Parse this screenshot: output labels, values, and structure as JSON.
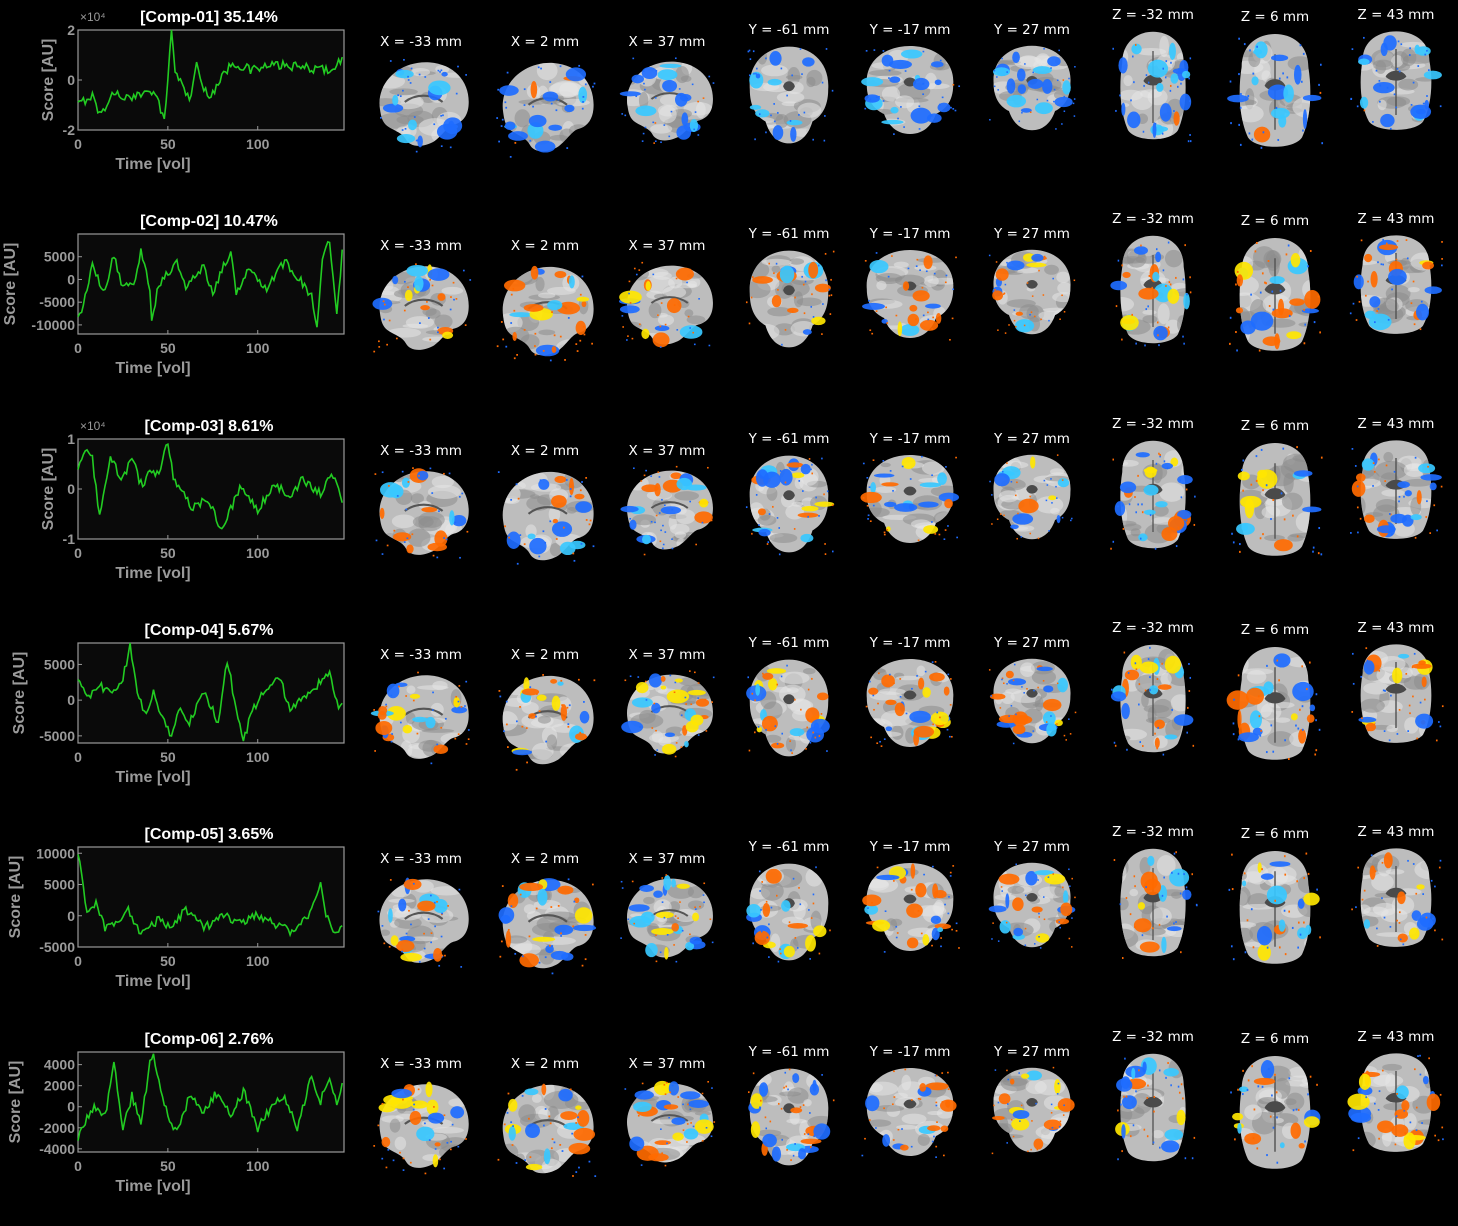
{
  "figure": {
    "colors": {
      "background": "#000000",
      "axes_bg": "#0a0a0a",
      "trace": "#22cc22",
      "axis": "#9a9a9a",
      "blue": "#1e6cff",
      "cyan": "#38c8ff",
      "orange": "#ff6a00",
      "yellow": "#ffe600"
    },
    "slice_labels": [
      "X = -33 mm",
      "X = 2 mm",
      "X = 37 mm",
      "Y = -61 mm",
      "Y = -17 mm",
      "Y = 27 mm",
      "Z = -32 mm",
      "Z = 6 mm",
      "Z = 43 mm"
    ],
    "slice_views": [
      "sagittal",
      "sagittal",
      "sagittal",
      "coronal",
      "coronal",
      "coronal",
      "axial",
      "axial",
      "axial"
    ]
  },
  "chart_data": [
    {
      "type": "line",
      "title": "[Comp-01] 35.14%",
      "xlabel": "Time [vol]",
      "ylabel": "Score [AU]",
      "xlim": [
        0,
        148
      ],
      "ylim": [
        -2,
        2
      ],
      "xticks": [
        "0",
        "50",
        "100"
      ],
      "yticks": [
        "-2",
        "0",
        "2"
      ],
      "multiplier": "×10⁴",
      "grid": false,
      "series": [
        {
          "x_count": 148,
          "anchors": [
            [
              0,
              -1.0
            ],
            [
              8,
              -0.6
            ],
            [
              12,
              -1.4
            ],
            [
              20,
              -0.5
            ],
            [
              30,
              -0.8
            ],
            [
              40,
              -0.3
            ],
            [
              45,
              -0.9
            ],
            [
              48,
              -1.7
            ],
            [
              50,
              0.2
            ],
            [
              52,
              2.0
            ],
            [
              54,
              0.4
            ],
            [
              58,
              -0.2
            ],
            [
              62,
              -0.8
            ],
            [
              66,
              0.6
            ],
            [
              70,
              -0.4
            ],
            [
              74,
              -0.6
            ],
            [
              80,
              0.1
            ],
            [
              86,
              0.7
            ],
            [
              96,
              0.4
            ],
            [
              110,
              0.6
            ],
            [
              125,
              0.5
            ],
            [
              140,
              0.4
            ],
            [
              147,
              0.8
            ]
          ]
        }
      ]
    },
    {
      "type": "line",
      "title": "[Comp-02] 10.47%",
      "xlabel": "Time [vol]",
      "ylabel": "Score [AU]",
      "xlim": [
        0,
        148
      ],
      "ylim": [
        -12000,
        10000
      ],
      "xticks": [
        "0",
        "50",
        "100"
      ],
      "yticks": [
        "-10000",
        "-5000",
        "0",
        "5000"
      ],
      "multiplier": "",
      "grid": false,
      "series": [
        {
          "x_count": 148,
          "anchors": [
            [
              0,
              -9000
            ],
            [
              4,
              -4000
            ],
            [
              8,
              3000
            ],
            [
              14,
              -3000
            ],
            [
              20,
              5000
            ],
            [
              25,
              -2000
            ],
            [
              32,
              0
            ],
            [
              35,
              7000
            ],
            [
              40,
              -2000
            ],
            [
              41,
              -9000
            ],
            [
              45,
              -1000
            ],
            [
              55,
              4000
            ],
            [
              60,
              -2000
            ],
            [
              70,
              3000
            ],
            [
              75,
              -3000
            ],
            [
              80,
              2000
            ],
            [
              85,
              6000
            ],
            [
              88,
              -3000
            ],
            [
              95,
              3000
            ],
            [
              105,
              -2000
            ],
            [
              115,
              4000
            ],
            [
              125,
              -1000
            ],
            [
              130,
              -4000
            ],
            [
              133,
              -11000
            ],
            [
              136,
              4000
            ],
            [
              140,
              9000
            ],
            [
              144,
              -8000
            ],
            [
              147,
              6000
            ]
          ]
        }
      ]
    },
    {
      "type": "line",
      "title": "[Comp-03] 8.61%",
      "xlabel": "Time [vol]",
      "ylabel": "Score [AU]",
      "xlim": [
        0,
        148
      ],
      "ylim": [
        -1,
        1
      ],
      "xticks": [
        "0",
        "50",
        "100"
      ],
      "yticks": [
        "-1",
        "0",
        "1"
      ],
      "multiplier": "×10⁴",
      "grid": false,
      "series": [
        {
          "x_count": 148,
          "anchors": [
            [
              0,
              0.4
            ],
            [
              4,
              0.8
            ],
            [
              8,
              0.6
            ],
            [
              12,
              -0.6
            ],
            [
              18,
              0.6
            ],
            [
              25,
              0.2
            ],
            [
              30,
              0.6
            ],
            [
              36,
              0.0
            ],
            [
              40,
              0.4
            ],
            [
              45,
              0.3
            ],
            [
              50,
              0.95
            ],
            [
              53,
              0.2
            ],
            [
              58,
              0.0
            ],
            [
              64,
              -0.4
            ],
            [
              72,
              -0.2
            ],
            [
              80,
              -0.8
            ],
            [
              90,
              0.0
            ],
            [
              100,
              -0.4
            ],
            [
              110,
              0.1
            ],
            [
              118,
              -0.2
            ],
            [
              125,
              0.2
            ],
            [
              135,
              -0.1
            ],
            [
              142,
              0.3
            ],
            [
              147,
              -0.2
            ]
          ]
        }
      ]
    },
    {
      "type": "line",
      "title": "[Comp-04] 5.67%",
      "xlabel": "Time [vol]",
      "ylabel": "Score [AU]",
      "xlim": [
        0,
        148
      ],
      "ylim": [
        -6000,
        8000
      ],
      "xticks": [
        "0",
        "50",
        "100"
      ],
      "yticks": [
        "-5000",
        "0",
        "5000"
      ],
      "multiplier": "",
      "grid": false,
      "series": [
        {
          "x_count": 148,
          "anchors": [
            [
              0,
              3000
            ],
            [
              5,
              0
            ],
            [
              12,
              2000
            ],
            [
              20,
              1000
            ],
            [
              25,
              3000
            ],
            [
              29,
              7500
            ],
            [
              33,
              1000
            ],
            [
              38,
              -2000
            ],
            [
              42,
              1000
            ],
            [
              48,
              -3000
            ],
            [
              52,
              -5500
            ],
            [
              56,
              -1000
            ],
            [
              62,
              -3000
            ],
            [
              70,
              1000
            ],
            [
              78,
              -3000
            ],
            [
              83,
              5500
            ],
            [
              88,
              -1000
            ],
            [
              92,
              -5500
            ],
            [
              98,
              -1000
            ],
            [
              105,
              2000
            ],
            [
              112,
              3000
            ],
            [
              118,
              -1000
            ],
            [
              125,
              0
            ],
            [
              130,
              1500
            ],
            [
              140,
              3500
            ],
            [
              144,
              -500
            ],
            [
              147,
              -1000
            ]
          ]
        }
      ]
    },
    {
      "type": "line",
      "title": "[Comp-05] 3.65%",
      "xlabel": "Time [vol]",
      "ylabel": "Score [AU]",
      "xlim": [
        0,
        148
      ],
      "ylim": [
        -5000,
        11000
      ],
      "xticks": [
        "0",
        "50",
        "100"
      ],
      "yticks": [
        "-5000",
        "0",
        "5000",
        "10000"
      ],
      "multiplier": "",
      "grid": false,
      "series": [
        {
          "x_count": 148,
          "anchors": [
            [
              0,
              10500
            ],
            [
              2,
              6000
            ],
            [
              5,
              0
            ],
            [
              10,
              2000
            ],
            [
              15,
              -2000
            ],
            [
              22,
              -1000
            ],
            [
              28,
              1000
            ],
            [
              35,
              -3000
            ],
            [
              45,
              -500
            ],
            [
              52,
              -2000
            ],
            [
              60,
              1000
            ],
            [
              70,
              -2000
            ],
            [
              80,
              0
            ],
            [
              90,
              -1000
            ],
            [
              100,
              0
            ],
            [
              110,
              -1500
            ],
            [
              118,
              -2500
            ],
            [
              125,
              -1000
            ],
            [
              132,
              2000
            ],
            [
              135,
              5500
            ],
            [
              138,
              0
            ],
            [
              142,
              -2500
            ],
            [
              147,
              -1500
            ]
          ]
        }
      ]
    },
    {
      "type": "line",
      "title": "[Comp-06] 2.76%",
      "xlabel": "Time [vol]",
      "ylabel": "Score [AU]",
      "xlim": [
        0,
        148
      ],
      "ylim": [
        -4300,
        5200
      ],
      "xticks": [
        "0",
        "50",
        "100"
      ],
      "yticks": [
        "-4000",
        "-2000",
        "0",
        "2000",
        "4000"
      ],
      "multiplier": "",
      "grid": false,
      "series": [
        {
          "x_count": 148,
          "anchors": [
            [
              0,
              -3000
            ],
            [
              5,
              -1000
            ],
            [
              10,
              0
            ],
            [
              15,
              -1000
            ],
            [
              20,
              4500
            ],
            [
              25,
              -2000
            ],
            [
              30,
              1000
            ],
            [
              35,
              -1500
            ],
            [
              40,
              4000
            ],
            [
              42,
              5000
            ],
            [
              48,
              0
            ],
            [
              55,
              -2500
            ],
            [
              62,
              1000
            ],
            [
              70,
              -500
            ],
            [
              78,
              1500
            ],
            [
              85,
              -1000
            ],
            [
              92,
              1500
            ],
            [
              100,
              -2000
            ],
            [
              108,
              0
            ],
            [
              115,
              1000
            ],
            [
              122,
              -2000
            ],
            [
              130,
              3000
            ],
            [
              135,
              500
            ],
            [
              140,
              3000
            ],
            [
              144,
              0
            ],
            [
              147,
              2500
            ]
          ]
        }
      ]
    }
  ]
}
